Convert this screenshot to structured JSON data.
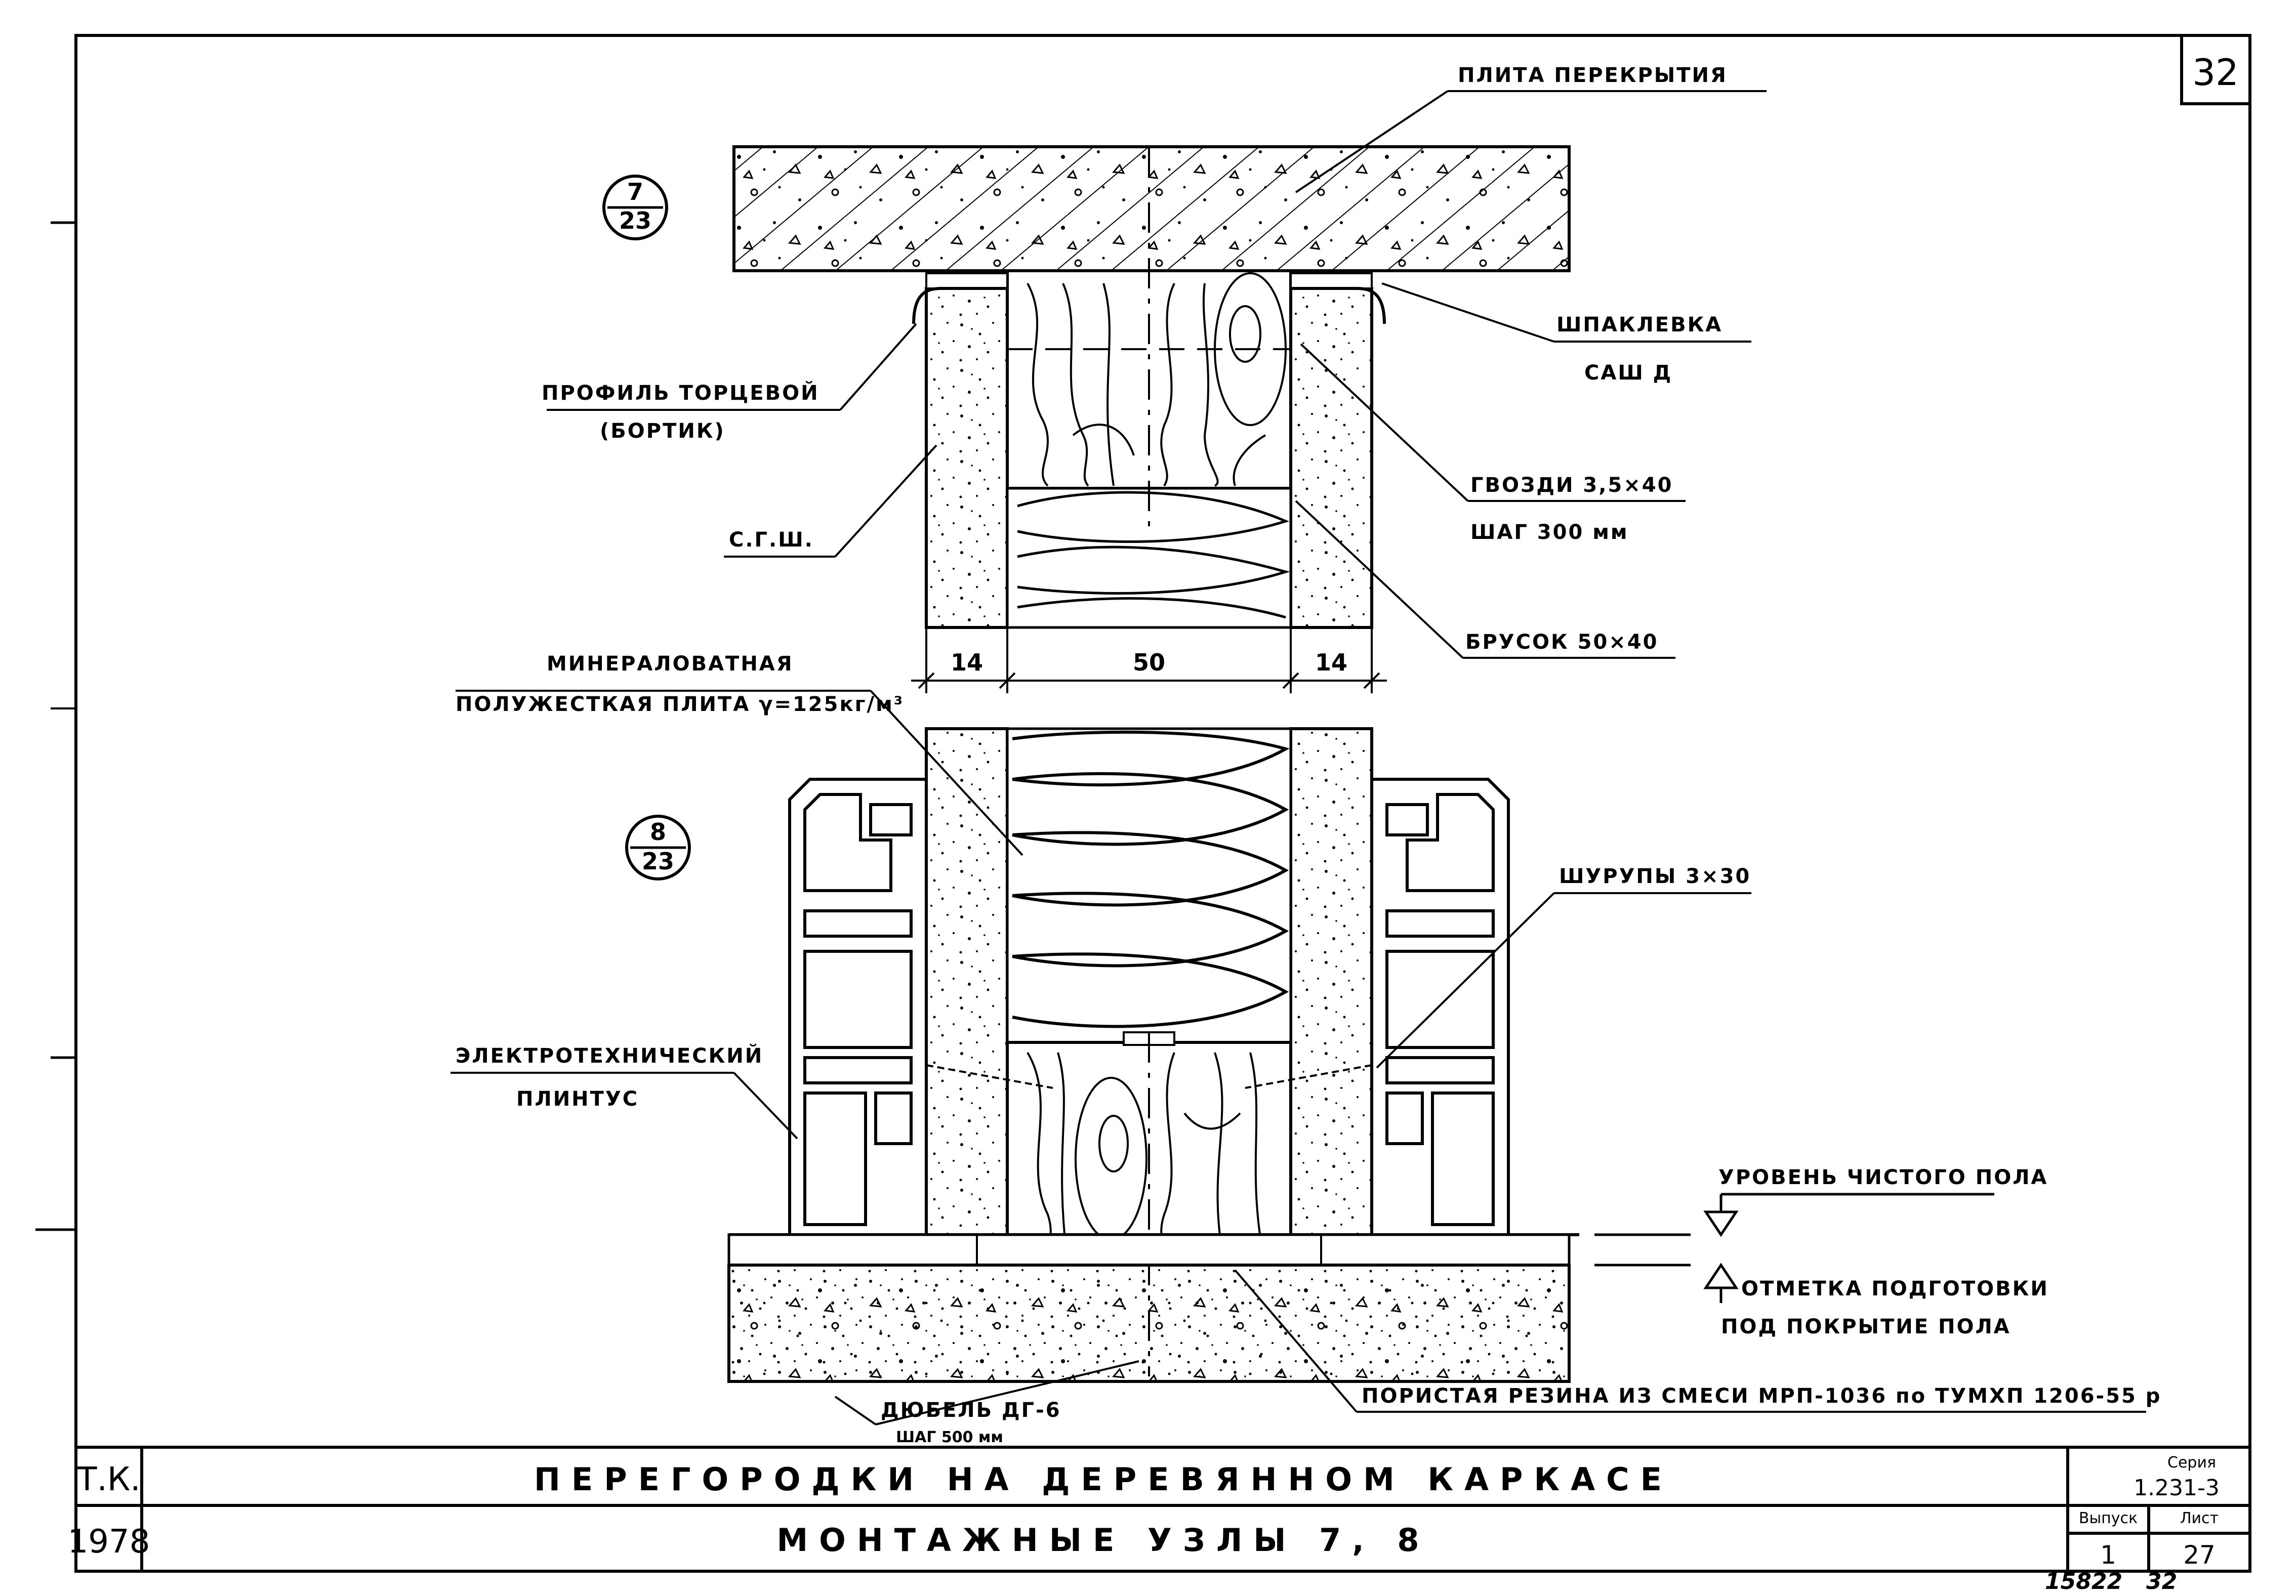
{
  "sheet": {
    "page_number": "32",
    "stamp_org": "Т.К.",
    "stamp_year": "1978",
    "title_line1": "ПЕРЕГОРОДКИ НА ДЕРЕВЯННОМ КАРКАСЕ",
    "title_line2": "МОНТАЖНЫЕ УЗЛЫ 7, 8",
    "series_label": "Серия",
    "series_value": "1.231-3",
    "issue_label": "Выпуск",
    "issue_value": "1",
    "sheet_label": "Лист",
    "sheet_value": "27",
    "archive_number": "15822",
    "archive_page": "32"
  },
  "node_markers": {
    "upper": {
      "top": "7",
      "bottom": "23"
    },
    "lower": {
      "top": "8",
      "bottom": "23"
    }
  },
  "labels": {
    "slab": "ПЛИТА ПЕРЕКРЫТИЯ",
    "putty": "ШПАКЛЕВКА",
    "sash": "САШ Д",
    "end_profile_1": "ПРОФИЛЬ ТОРЦЕВОЙ",
    "end_profile_2": "(БОРТИК)",
    "nails_1": "ГВОЗДИ 3,5×40",
    "nails_2": "ШАГ 300 мм",
    "gypsum": "С.Г.Ш.",
    "bar": "БРУСОК 50×40",
    "mineral_1": "МИНЕРАЛОВАТНАЯ",
    "mineral_2": "ПОЛУЖЕСТКАЯ ПЛИТА γ=125кг/м³",
    "screws": "ШУРУПЫ 3×30",
    "baseboard_1": "ЭЛЕКТРОТЕХНИЧЕСКИЙ",
    "baseboard_2": "ПЛИНТУС",
    "floor_level": "УРОВЕНЬ ЧИСТОГО ПОЛА",
    "prep_mark_1": "ОТМЕТКА ПОДГОТОВКИ",
    "prep_mark_2": "ПОД ПОКРЫТИЕ ПОЛА",
    "dowel_1": "ДЮБЕЛЬ ДГ-6",
    "dowel_2": "ШАГ 500 мм",
    "rubber": "ПОРИСТАЯ РЕЗИНА ИЗ СМЕСИ МРП-1036 по ТУМХП 1206-55 р"
  },
  "dimensions": {
    "left": "14",
    "middle": "50",
    "right": "14"
  }
}
